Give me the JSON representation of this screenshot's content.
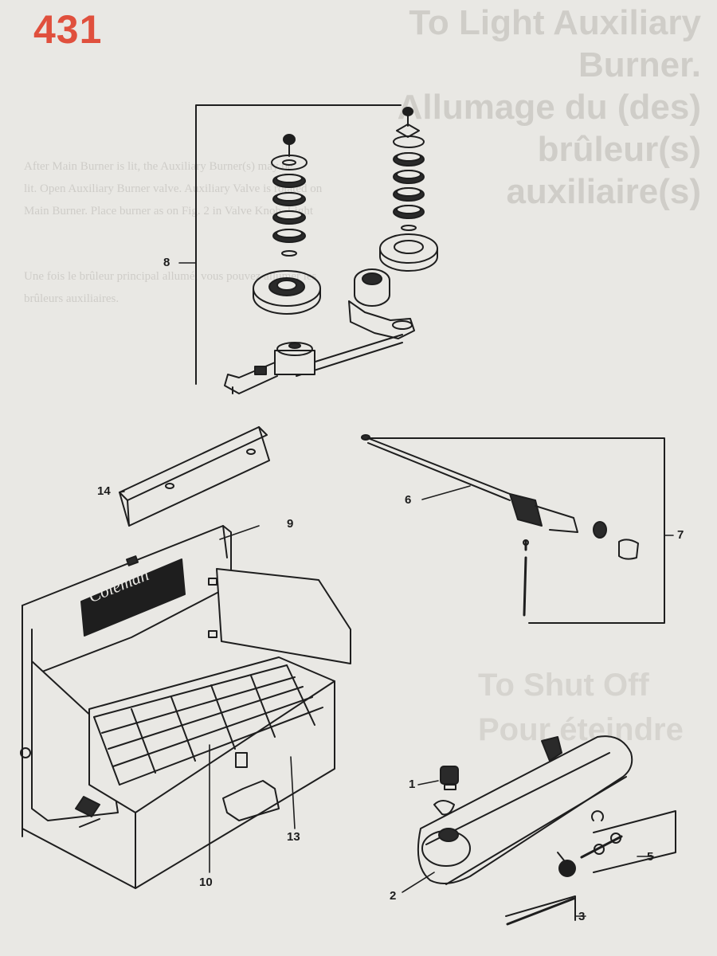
{
  "page": {
    "number": "431"
  },
  "bleed_through": {
    "heading_lines": [
      "To Light Auxiliary Burner.",
      "Allumage du (des) brûleur(s)",
      "auxiliaire(s)"
    ],
    "heading2_lines": [
      "To Shut Off",
      "Pour éteindre"
    ],
    "paragraphs": [
      "After Main Burner is lit, the Auxiliary Burner(s) may be",
      "lit. Open Auxiliary Burner valve. Auxiliary Valve is rotated on",
      "Main Burner. Place burner as on Fig. 2 in Valve Knob. Light",
      "Une fois le brûleur principal allumé, vous pouvez allumer les",
      "brûleurs auxiliaires."
    ]
  },
  "figure": {
    "brand_label": "Coleman",
    "callouts": [
      {
        "id": "1",
        "text": "1"
      },
      {
        "id": "2",
        "text": "2"
      },
      {
        "id": "3",
        "text": "3"
      },
      {
        "id": "5",
        "text": "5"
      },
      {
        "id": "6",
        "text": "6"
      },
      {
        "id": "7",
        "text": "7"
      },
      {
        "id": "8",
        "text": "8"
      },
      {
        "id": "9",
        "text": "9"
      },
      {
        "id": "10",
        "text": "10"
      },
      {
        "id": "13",
        "text": "13"
      },
      {
        "id": "14",
        "text": "14"
      }
    ]
  }
}
